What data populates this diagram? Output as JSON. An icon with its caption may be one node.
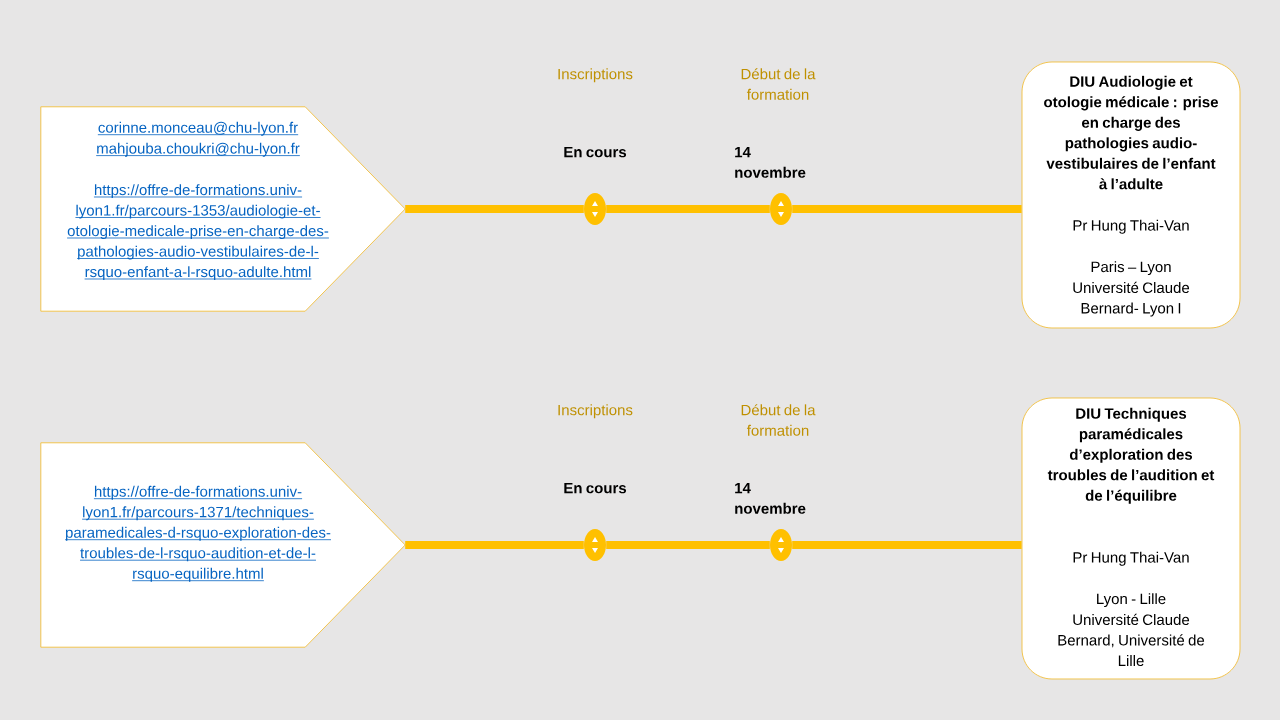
{
  "diagram": {
    "nodes": [
      {
        "text": [
          "corinne.monceau@chu-lyon.fr",
          "mahjouba.choukri@chu-lyon.fr",
          "https://offre-de-formations.univ-lyon1.fr/parcours-1353/audiologie-et-otologie-medicale-prise-en-charge-des-pathologies-audio-vestibulaires-de-l-rsquo-enfant-a-l-rsquo-adulte.html"
        ]
      },
      {
        "text": [],
        "shape": "ellipse",
        "beside": [
          "En cours"
        ]
      },
      {
        "text": [],
        "shape": "ellipse",
        "beside": [
          "14 novembre"
        ]
      },
      {
        "text": [
          "DIU Audiologie et otologie médicale : prise en charge des pathologies audio-vestibulaires de l’enfant à l’adulte",
          "Pr Hung Thai-Van",
          "Paris – Lyon",
          "Université Claude Bernard- Lyon I"
        ]
      },
      {
        "text": [
          "https://offre-de-formations.univ-lyon1.fr/parcours-1371/techniques-paramedicales-d-rsquo-exploration-des-troubles-de-l-rsquo-audition-et-de-l-rsquo-equilibre.html"
        ]
      },
      {
        "text": [],
        "shape": "ellipse",
        "beside": [
          "En cours"
        ]
      },
      {
        "text": [],
        "shape": "ellipse",
        "beside": [
          "14 novembre"
        ]
      },
      {
        "text": [
          "DIU Techniques paramédicales d’exploration des troubles de l’audition et de l’équilibre",
          "Pr Hung Thai-Van",
          "Lyon - Lille",
          "Université Claude Bernard, Université de Lille"
        ]
      }
    ],
    "edges": [
      {
        "from": 0,
        "to": 1,
        "arrow": "none"
      },
      {
        "from": 1,
        "to": 2,
        "arrow": "none"
      },
      {
        "from": 2,
        "to": 3,
        "arrow": "none"
      },
      {
        "from": 4,
        "to": 5,
        "arrow": "none"
      },
      {
        "from": 5,
        "to": 6,
        "arrow": "none"
      },
      {
        "from": 6,
        "to": 7,
        "arrow": "none"
      }
    ],
    "labels": [
      "Inscriptions",
      "Début de la formation",
      "Inscriptions",
      "Début de la formation"
    ]
  }
}
